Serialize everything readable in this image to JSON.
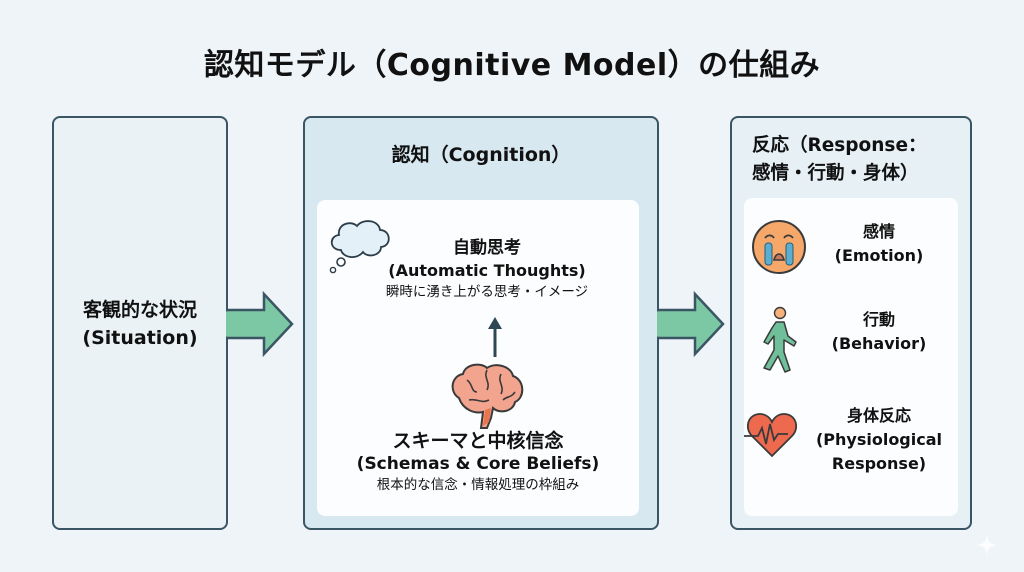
{
  "title": "認知モデル（Cognitive Model）の仕組み",
  "colors": {
    "panel_border": "#3a5563",
    "arrow_fill": "#7cc7a4",
    "brain": "#f2a48f",
    "heart": "#ee6a4f",
    "walker": "#6fbf9a",
    "face": "#f5a86a",
    "tears": "#5aaed1"
  },
  "situation": {
    "label_jp": "客観的な状況",
    "label_en": "(Situation)"
  },
  "cognition": {
    "heading": "認知（Cognition）",
    "automatic": {
      "label_jp": "自動思考",
      "label_en": "(Automatic Thoughts)",
      "description": "瞬時に湧き上がる思考・イメージ",
      "icon": "thought-bubble-icon"
    },
    "schema": {
      "label_jp": "スキーマと中核信念",
      "label_en": "(Schemas & Core Beliefs)",
      "description": "根本的な信念・情報処理の枠組み",
      "icon": "brain-icon"
    }
  },
  "response": {
    "heading_line1": "反応（Response：",
    "heading_line2": "感情・行動・身体）",
    "items": [
      {
        "label_jp": "感情",
        "label_en": "(Emotion)",
        "icon": "crying-face-icon"
      },
      {
        "label_jp": "行動",
        "label_en": "(Behavior)",
        "icon": "walking-person-icon"
      },
      {
        "label_jp": "身体反応",
        "label_en": "(Physiological",
        "label_en2": "Response)",
        "icon": "heartbeat-icon"
      }
    ]
  }
}
